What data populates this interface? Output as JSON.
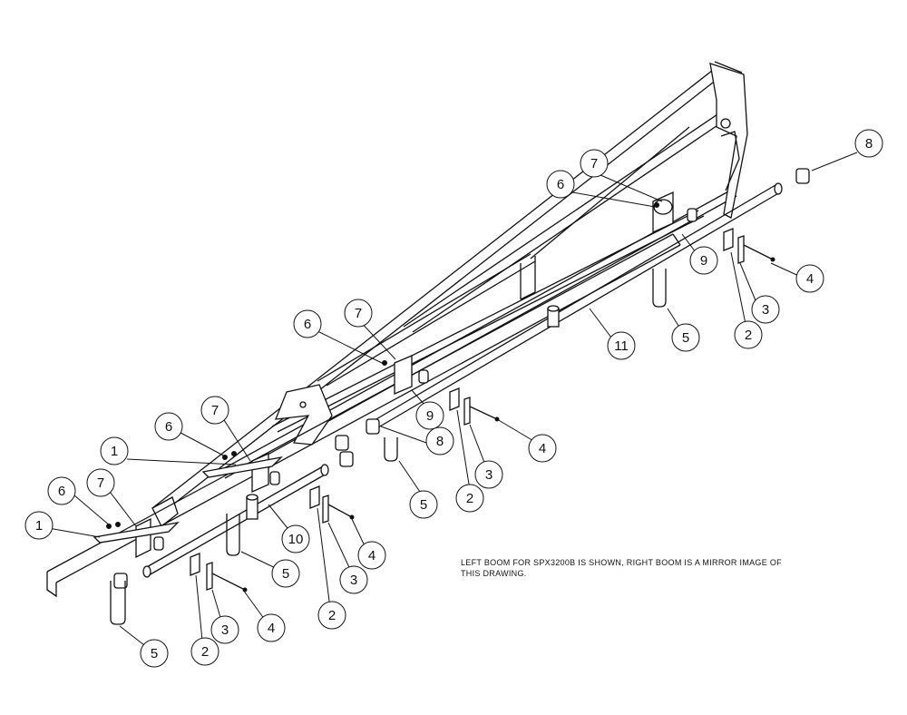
{
  "diagram": {
    "note": "LEFT BOOM FOR SPX3200B IS SHOWN, RIGHT BOOM IS A MIRROR IMAGE OF THIS DRAWING.",
    "callouts": [
      {
        "id": "c8a",
        "label": "8"
      },
      {
        "id": "c7a",
        "label": "7"
      },
      {
        "id": "c6a",
        "label": "6"
      },
      {
        "id": "c9a",
        "label": "9"
      },
      {
        "id": "c4a",
        "label": "4"
      },
      {
        "id": "c3a",
        "label": "3"
      },
      {
        "id": "c2a",
        "label": "2"
      },
      {
        "id": "c5a",
        "label": "5"
      },
      {
        "id": "c11",
        "label": "11"
      },
      {
        "id": "c6b",
        "label": "6"
      },
      {
        "id": "c7b",
        "label": "7"
      },
      {
        "id": "c9b",
        "label": "9"
      },
      {
        "id": "c8b",
        "label": "8"
      },
      {
        "id": "c4b",
        "label": "4"
      },
      {
        "id": "c3b",
        "label": "3"
      },
      {
        "id": "c2b",
        "label": "2"
      },
      {
        "id": "c5b",
        "label": "5"
      },
      {
        "id": "c7c",
        "label": "7"
      },
      {
        "id": "c6c",
        "label": "6"
      },
      {
        "id": "c1a",
        "label": "1"
      },
      {
        "id": "c10",
        "label": "10"
      },
      {
        "id": "c4c",
        "label": "4"
      },
      {
        "id": "c3c",
        "label": "3"
      },
      {
        "id": "c2c",
        "label": "2"
      },
      {
        "id": "c5c",
        "label": "5"
      },
      {
        "id": "c6d",
        "label": "6"
      },
      {
        "id": "c7d",
        "label": "7"
      },
      {
        "id": "c1b",
        "label": "1"
      },
      {
        "id": "c4d",
        "label": "4"
      },
      {
        "id": "c3d",
        "label": "3"
      },
      {
        "id": "c2d",
        "label": "2"
      },
      {
        "id": "c5d",
        "label": "5"
      }
    ]
  }
}
